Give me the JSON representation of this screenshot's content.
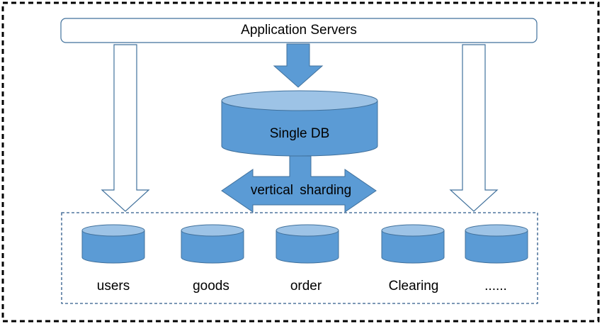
{
  "diagram": {
    "app_servers_label": "Application Servers",
    "single_db_label": "Single DB",
    "sharding_label": "vertical  sharding",
    "shards": [
      "users",
      "goods",
      "order",
      "Clearing",
      "......"
    ]
  },
  "colors": {
    "db_fill": "#5b9bd5",
    "db_top": "#9dc3e6",
    "db_stroke": "#41719c",
    "arrow_fill": "#5b9bd5",
    "outline": "#41719c",
    "border_dash": "#000000",
    "group_dash": "#2e5a8a"
  }
}
